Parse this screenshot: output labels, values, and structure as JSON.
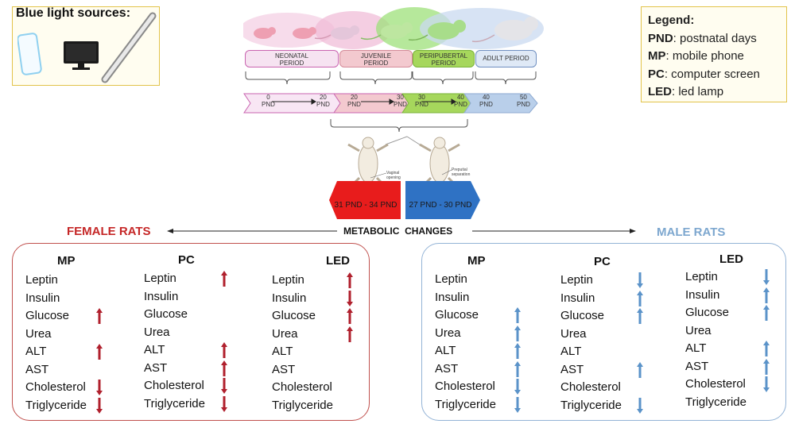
{
  "sources": {
    "title": "Blue light sources:"
  },
  "legend": {
    "title": "Legend:",
    "items": [
      {
        "abbr": "PND",
        "text": ": postnatal days"
      },
      {
        "abbr": "MP",
        "text": ": mobile phone"
      },
      {
        "abbr": "PC",
        "text": ": computer screen"
      },
      {
        "abbr": "LED",
        "text": ": led lamp"
      }
    ]
  },
  "periods": [
    {
      "line1": "NEONATAL",
      "line2": "PERIOD",
      "color": "#f6e3f1",
      "border": "#c964b0"
    },
    {
      "line1": "JUVENILE",
      "line2": "PERIOD",
      "color": "#f3c9cf",
      "border": "#d58a99"
    },
    {
      "line1": "PERIPUBERTAL",
      "line2": "PERIOD",
      "color": "#a6d75c",
      "border": "#7ab33a"
    },
    {
      "line1": "ADULT PERIOD",
      "line2": "",
      "color": "#dfe9f6",
      "border": "#6f8fc0"
    }
  ],
  "timeline": [
    {
      "from": "0",
      "to": "20"
    },
    {
      "from": "20",
      "to": "30"
    },
    {
      "from": "30",
      "to": "40"
    },
    {
      "from": "40",
      "to": "50"
    }
  ],
  "pnd_label": "PND",
  "anatomy": {
    "female_label": "Vaginal opening",
    "male_label": "Preputial separation"
  },
  "windows": {
    "female": {
      "label": "31 PND - 34 PND",
      "color": "#e81c1c"
    },
    "male": {
      "label": "27 PND - 30 PND",
      "color": "#2f72c4"
    }
  },
  "header": {
    "female": "FEMALE RATS",
    "center": "METABOLIC  CHANGES",
    "male": "MALE RATS"
  },
  "female": {
    "arrow_color": "#b0202d",
    "columns": [
      {
        "head": "MP",
        "items": [
          "Leptin",
          "Insulin",
          "Glucose",
          "Urea",
          "ALT",
          "AST",
          "Cholesterol",
          "Triglyceride"
        ],
        "arrows": [
          "",
          "",
          "up",
          "",
          "up",
          "",
          "down",
          "down"
        ]
      },
      {
        "head": "PC",
        "items": [
          "Leptin",
          "Insulin",
          "Glucose",
          "Urea",
          "ALT",
          "AST",
          "Cholesterol",
          "Triglyceride"
        ],
        "arrows": [
          "up",
          "",
          "",
          "",
          "up",
          "up",
          "down",
          "down"
        ]
      },
      {
        "head": "LED",
        "items": [
          "Leptin",
          "Insulin",
          "Glucose",
          "Urea",
          "ALT",
          "AST",
          "Cholesterol",
          "Triglyceride"
        ],
        "arrows": [
          "up",
          "down",
          "up",
          "up",
          "",
          "",
          "",
          ""
        ]
      }
    ]
  },
  "male": {
    "arrow_color": "#5b93c9",
    "columns": [
      {
        "head": "MP",
        "items": [
          "Leptin",
          "Insulin",
          "Glucose",
          "Urea",
          "ALT",
          "AST",
          "Cholesterol",
          "Triglyceride"
        ],
        "arrows": [
          "",
          "",
          "up",
          "up",
          "up",
          "up",
          "down",
          "down"
        ]
      },
      {
        "head": "PC",
        "items": [
          "Leptin",
          "Insulin",
          "Glucose",
          "Urea",
          "ALT",
          "AST",
          "Cholesterol",
          "Triglyceride"
        ],
        "arrows": [
          "down",
          "up",
          "up",
          "",
          "",
          "up",
          "",
          "down"
        ]
      },
      {
        "head": "LED",
        "items": [
          "Leptin",
          "Insulin",
          "Glucose",
          "Urea",
          "ALT",
          "AST",
          "Cholesterol",
          "Triglyceride"
        ],
        "arrows": [
          "down",
          "up",
          "up",
          "",
          "up",
          "up",
          "down",
          ""
        ]
      }
    ]
  }
}
